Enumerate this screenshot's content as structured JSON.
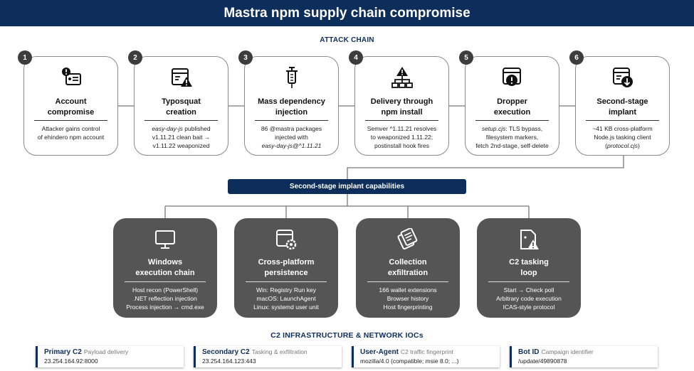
{
  "title": "Mastra npm supply chain compromise",
  "attack_chain_label": "ATTACK CHAIN",
  "steps": [
    {
      "num": "1",
      "title_1": "Account",
      "title_2": "compromise",
      "icon": "alert-id-card-icon",
      "desc": [
        [
          "Attacker gains control"
        ],
        [
          "of ehindero npm account"
        ]
      ]
    },
    {
      "num": "2",
      "title_1": "Typosquat",
      "title_2": "creation",
      "icon": "browser-warning-icon",
      "desc": [
        [
          "easy-day-js",
          " published"
        ],
        [
          "v1.11.21 clean bait →"
        ],
        [
          "v1.11.22 weaponized"
        ]
      ]
    },
    {
      "num": "3",
      "title_1": "Mass dependency",
      "title_2": "injection",
      "icon": "syringe-icon",
      "desc": [
        [
          "86 @mastra packages"
        ],
        [
          "injected with"
        ],
        [
          "easy-day-js@^1.11.21"
        ]
      ]
    },
    {
      "num": "4",
      "title_1": "Delivery through",
      "title_2": "npm install",
      "icon": "network-warning-icon",
      "desc": [
        [
          "Semver ^1.11.21 resolves"
        ],
        [
          "to weaponized 1.11.22;"
        ],
        [
          "postinstall hook fires"
        ]
      ]
    },
    {
      "num": "5",
      "title_1": "Dropper",
      "title_2": "execution",
      "icon": "window-alert-icon",
      "desc": [
        [
          "setup.cjs",
          ": TLS bypass,"
        ],
        [
          "filesystem markers,"
        ],
        [
          "fetch 2nd-stage, self-delete"
        ]
      ]
    },
    {
      "num": "6",
      "title_1": "Second-stage",
      "title_2": "implant",
      "icon": "window-download-icon",
      "desc": [
        [
          "~41 KB cross-platform"
        ],
        [
          "Node.js tasking client"
        ],
        [
          "(",
          "protocol.cjs",
          ")"
        ]
      ]
    }
  ],
  "capabilities_label": "Second-stage implant capabilities",
  "capabilities": [
    {
      "title_1": "Windows",
      "title_2": "execution chain",
      "icon": "monitor-icon",
      "items": [
        "Host recon (PowerShell)",
        ".NET reflection injection",
        "Process injection → cmd.exe"
      ]
    },
    {
      "title_1": "Cross-platform",
      "title_2": "persistence",
      "icon": "window-gear-icon",
      "items": [
        "Win: Registry Run key",
        "macOS: LaunchAgent",
        "Linux: systemd user unit"
      ]
    },
    {
      "title_1": "Collection",
      "title_2": "exfiltration",
      "icon": "documents-icon",
      "items": [
        "166 wallet extensions",
        "Browser history",
        "Host fingerprinting"
      ]
    },
    {
      "title_1": "C2 tasking",
      "title_2": "loop",
      "icon": "file-warning-icon",
      "items": [
        "Start → Check poll",
        "Arbitrary code execution",
        "ICAS-style protocol"
      ]
    }
  ],
  "ioc_label": "C2 INFRASTRUCTURE & NETWORK IOCs",
  "iocs": [
    {
      "name": "Primary C2",
      "desc": "Payload delivery",
      "value": "23.254.164.92:8000"
    },
    {
      "name": "Secondary C2",
      "desc": "Tasking & exfiltration",
      "value": "23.254.164.123:443"
    },
    {
      "name": "User-Agent",
      "desc": "C2 traffic fingerprint",
      "value": "mozilla/4.0 (compatible; msie 8.0; ...)"
    },
    {
      "name": "Bot ID",
      "desc": "Campaign identifier",
      "value": "/update/49890878"
    }
  ],
  "colors": {
    "navy": "#0d2d5a",
    "dark_grey": "#555555",
    "border": "#8a8a8a"
  }
}
